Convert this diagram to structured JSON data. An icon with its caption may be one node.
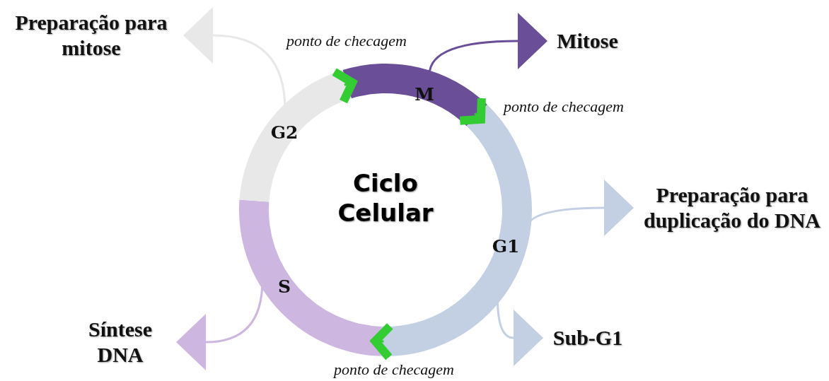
{
  "diagram": {
    "title": "Ciclo Celular",
    "nodes": [
      {
        "text": [
          "M"
        ]
      },
      {
        "text": [
          "G1"
        ]
      },
      {
        "text": [
          "S"
        ]
      },
      {
        "text": [
          "G2"
        ]
      },
      {
        "text": [
          "Mitose"
        ]
      },
      {
        "text": [
          "Preparação para duplicação do DNA"
        ]
      },
      {
        "text": [
          "Sub-G1"
        ]
      },
      {
        "text": [
          "Síntese DNA"
        ]
      },
      {
        "text": [
          "Preparação para mitose"
        ]
      }
    ],
    "edges": [
      {
        "from": 0,
        "to": 4,
        "arrow": "to",
        "color": "#6a4f98"
      },
      {
        "from": 1,
        "to": 5,
        "arrow": "to",
        "color": "#c3d0e4"
      },
      {
        "from": 1,
        "to": 6,
        "arrow": "to",
        "color": "#c3d0e4"
      },
      {
        "from": 2,
        "to": 7,
        "arrow": "to",
        "color": "#cdb6e0"
      },
      {
        "from": 3,
        "to": 8,
        "arrow": "to",
        "color": "#e8e8e8"
      },
      {
        "from": 3,
        "to": 0,
        "arrow": "to",
        "color": "#33cc33"
      },
      {
        "from": 0,
        "to": 1,
        "arrow": "to",
        "color": "#33cc33"
      },
      {
        "from": 1,
        "to": 2,
        "arrow": "to",
        "color": "#33cc33"
      }
    ],
    "labels": [
      "ponto de checagem",
      "ponto de checagem",
      "ponto de checagem"
    ]
  }
}
